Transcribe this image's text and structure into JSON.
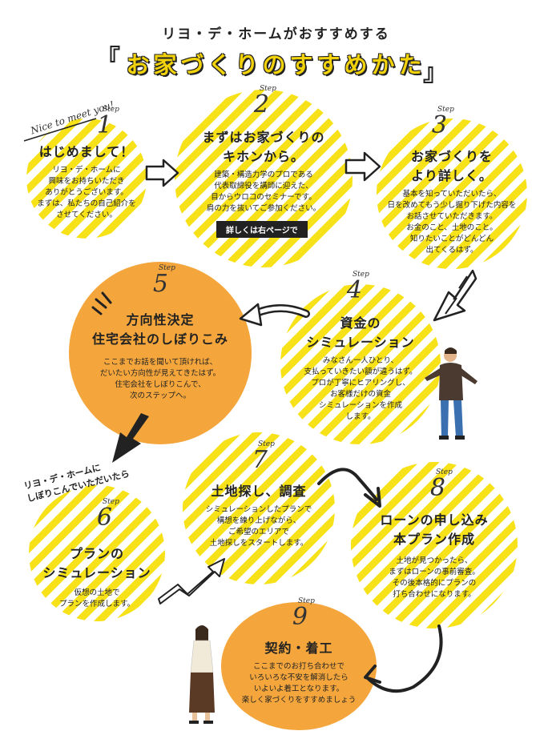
{
  "header": {
    "subtitle": "リヨ・デ・ホームがおすすめする",
    "title": "お家づくりのすすめかた",
    "bracket_open": "『",
    "bracket_close": "』"
  },
  "greeting_note": "Nice to meet you!",
  "step_word": "Step",
  "steps": [
    {
      "num": "1",
      "title": [
        "はじめまして！"
      ],
      "body": [
        "リヨ・デ・ホームに",
        "興味をお持ちいただき",
        "ありがとうございます。",
        "まずは、私たちの自己紹介を",
        "させてください。"
      ]
    },
    {
      "num": "2",
      "title": [
        "まずはお家づくりの",
        "キホンから。"
      ],
      "body": [
        "建築・構造力学のプロである",
        "代表取締役を講師に迎えた、",
        "目からウロコのセミナーです。",
        "肩の力を抜いてご参加ください。"
      ],
      "button": "詳しくは右ページで"
    },
    {
      "num": "3",
      "title": [
        "お家づくりを",
        "より詳しく。"
      ],
      "body": [
        "基本を知っていただいたら、",
        "日を改めてもう少し掘り下げた内容を",
        "お話させていただきます。",
        "お金のこと、土地のこと。",
        "知りたいことがどんどん",
        "出てくるはず。"
      ]
    },
    {
      "num": "4",
      "title": [
        "資金の",
        "シミュレーション"
      ],
      "body": [
        "みなさん一人ひとり、",
        "支払っていきたい額が違うはず。",
        "プロが丁寧にヒアリングし、",
        "お客様だけの資金",
        "シミュレーションを作成",
        "します。"
      ]
    },
    {
      "num": "5",
      "title": [
        "方向性決定",
        "住宅会社のしぼりこみ"
      ],
      "body": [
        "ここまでお話を聞いて頂ければ、",
        "だいたい方向性が見えてきたはず。",
        "住宅会社をしぼりこんで、",
        "次のステップへ。"
      ]
    },
    {
      "num": "6",
      "title": [
        "プランの",
        "シミュレーション"
      ],
      "body": [
        "仮想の土地で",
        "プランを作成します。"
      ]
    },
    {
      "num": "7",
      "title": [
        "土地探し、調査"
      ],
      "body": [
        "シミュレーションしたプランで",
        "構想を練り上げながら、",
        "ご希望のエリアで",
        "土地探しをスタートします。"
      ]
    },
    {
      "num": "8",
      "title": [
        "ローンの申し込み",
        "本プラン作成"
      ],
      "body": [
        "土地が見つかったら、",
        "まずはローンの事前審査。",
        "その後本格的にプランの",
        "打ち合わせになります。"
      ]
    },
    {
      "num": "9",
      "title": [
        "契約・着工"
      ],
      "body": [
        "ここまでのお打ち合わせで",
        "いろいろな不安を解消したら",
        "いよいよ着工となります。",
        "楽しく家づくりをすすめましょう"
      ]
    }
  ],
  "narrowing_caption": [
    "リヨ・デ・ホームに",
    "しぼりこんでいただいたら"
  ],
  "colors": {
    "accent_yellow": "#f7e21a",
    "accent_orange": "#f4a63c",
    "text": "#222222"
  }
}
